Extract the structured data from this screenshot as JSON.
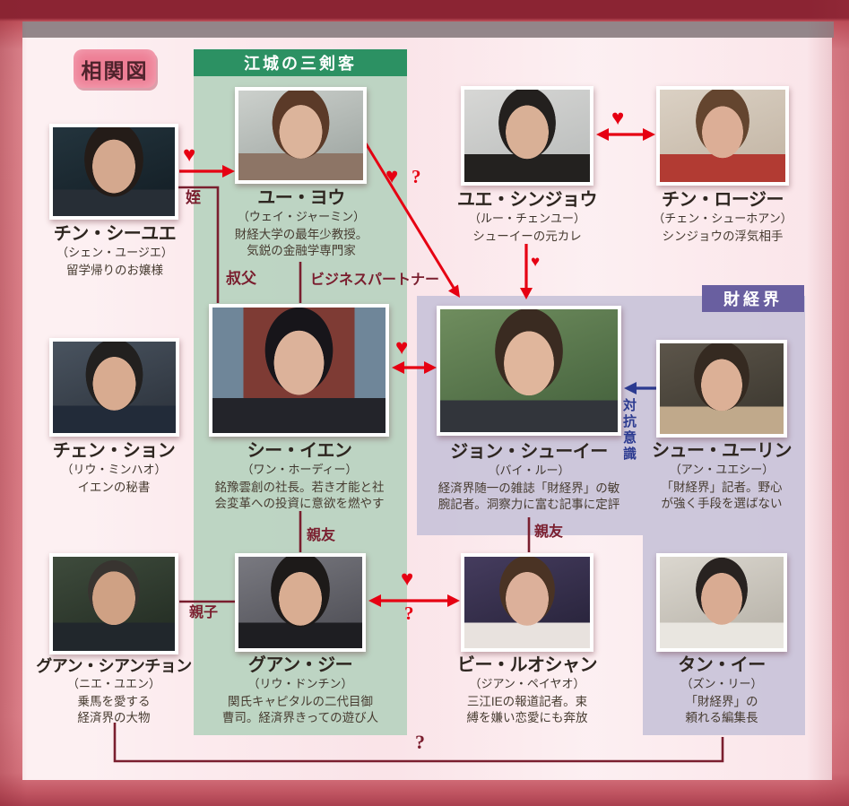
{
  "badge": "相関図",
  "groups": {
    "three_swordsmen": {
      "label": "江城の三剣客"
    },
    "zaikeikai": {
      "label": "財経界"
    }
  },
  "characters": [
    {
      "name": "チン・シーユエ",
      "actor": "（シェン・ユージエ）",
      "desc": "留学帰りのお嬢様"
    },
    {
      "name": "ユー・ヨウ",
      "actor": "（ウェイ・ジャーミン）",
      "desc": "財経大学の最年少教授。\n気鋭の金融学専門家"
    },
    {
      "name": "ユエ・シンジョウ",
      "actor": "（ルー・チェンユー）",
      "desc": "シューイーの元カレ"
    },
    {
      "name": "チン・ロージー",
      "actor": "（チェン・シューホアン）",
      "desc": "シンジョウの浮気相手"
    },
    {
      "name": "チェン・ション",
      "actor": "（リウ・ミンハオ）",
      "desc": "イエンの秘書"
    },
    {
      "name": "シー・イエン",
      "actor": "（ワン・ホーディー）",
      "desc": "銘豫雲創の社長。若き才能と社\n会変革への投資に意欲を燃やす"
    },
    {
      "name": "ジョン・シューイー",
      "actor": "（バイ・ルー）",
      "desc": "経済界随一の雑誌「財経界」の敏\n腕記者。洞察力に富む記事に定評"
    },
    {
      "name": "シュー・ユーリン",
      "actor": "（アン・ユエシー）",
      "desc": "「財経界」記者。野心\nが強く手段を選ばない"
    },
    {
      "name": "グアン・シアンチョン",
      "actor": "（ニエ・ユエン）",
      "desc": "乗馬を愛する\n経済界の大物"
    },
    {
      "name": "グアン・ジー",
      "actor": "（リウ・ドンチン）",
      "desc": "関氏キャピタルの二代目御\n曹司。経済界きっての遊び人"
    },
    {
      "name": "ビー・ルオシャン",
      "actor": "（ジアン・ペイヤオ）",
      "desc": "三江IEの報道記者。束\n縛を嫌い恋愛にも奔放"
    },
    {
      "name": "タン・イー",
      "actor": "（ズン・リー）",
      "desc": "「財経界」の\n頼れる編集長"
    }
  ],
  "relations": {
    "niece": "姪",
    "uncle": "叔父",
    "business_partner": "ビジネスパートナー",
    "best_friends_1": "親友",
    "best_friends_2": "親友",
    "parent_child": "親子",
    "rivalry": "対抗意識",
    "heart": "♥",
    "question": "?"
  },
  "colors": {
    "accent_red": "#e60012",
    "line_maroon": "#7a1e2e",
    "rivalry_blue": "#2b3a90",
    "green_header": "#2c9163",
    "green_panel": "#b7d3bf",
    "purple_header": "#695fa0",
    "purple_panel": "#c9c3d9",
    "badge_pink": "#ee7e95",
    "background_pink": "#fcebee"
  }
}
